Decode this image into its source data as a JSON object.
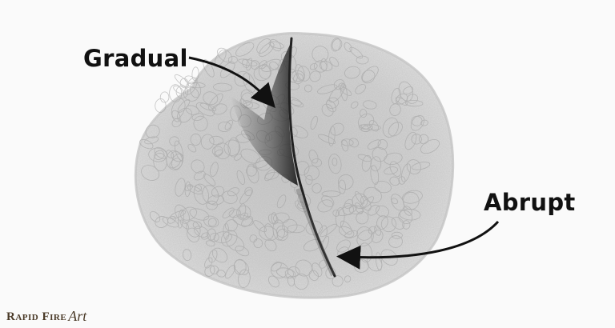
{
  "illustration": {
    "subject": "pencil-shaded-scribble-circle",
    "annotations": [
      {
        "id": "gradual",
        "text": "Gradual"
      },
      {
        "id": "abrupt",
        "text": "Abrupt"
      }
    ]
  },
  "brand": {
    "name": "Rapid Fire",
    "mark": "Art",
    "color": "#4a3a28"
  },
  "colors": {
    "background": "#fafafa",
    "graphite": "#9a9a9a",
    "graphite_dark": "#2e2e2e",
    "arrow": "#111111"
  }
}
